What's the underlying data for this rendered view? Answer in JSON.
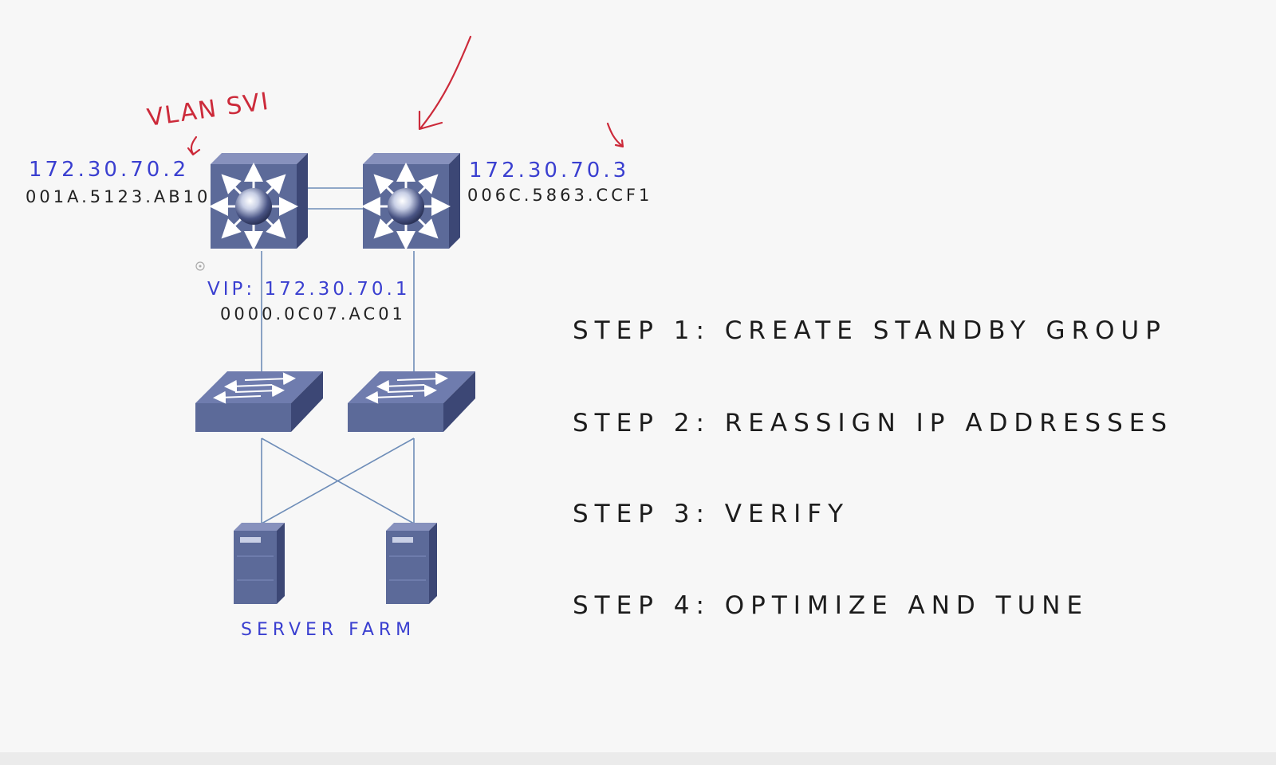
{
  "annotations": {
    "vlan_svi": "VLAN SVI"
  },
  "routers": {
    "left": {
      "ip": "172.30.70.2",
      "mac": "001A.5123.AB10"
    },
    "right": {
      "ip": "172.30.70.3",
      "mac": "006C.5863.CCF1"
    }
  },
  "virtual": {
    "vip": "VIP: 172.30.70.1",
    "mac": "0000.0C07.AC01"
  },
  "server_farm_label": "SERVER FARM",
  "steps": [
    "STEP 1: CREATE STANDBY GROUP",
    "STEP 2: REASSIGN IP ADDRESSES",
    "STEP 3: VERIFY",
    "STEP 4: OPTIMIZE AND TUNE"
  ],
  "colors": {
    "background": "#f7f7f7",
    "device_face": "#5c6a99",
    "device_side": "#3c4775",
    "ip_ink": "#3a3fd0",
    "annotation_ink": "#cc2a3a",
    "link": "#6e8db8"
  }
}
